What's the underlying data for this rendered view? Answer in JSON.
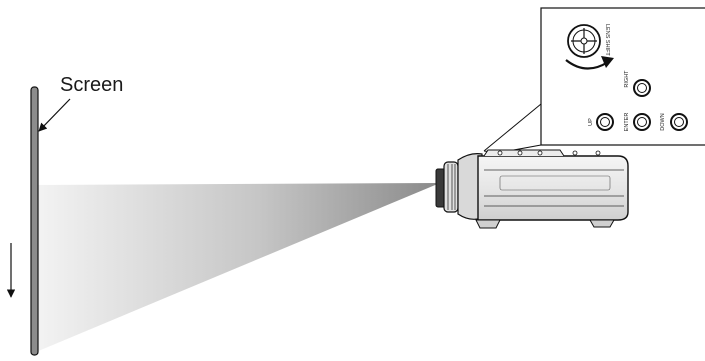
{
  "labels": {
    "screen": "Screen",
    "lens_shift": "LENS SHIFT"
  },
  "buttons": {
    "right": "RIGHT",
    "up": "UP",
    "enter": "ENTER",
    "down": "DOWN"
  },
  "colors": {
    "line": "#111111",
    "screen_fill": "#8c8c8c",
    "beam_dark": "#8a8a8a",
    "beam_light": "#f2f2f2"
  }
}
